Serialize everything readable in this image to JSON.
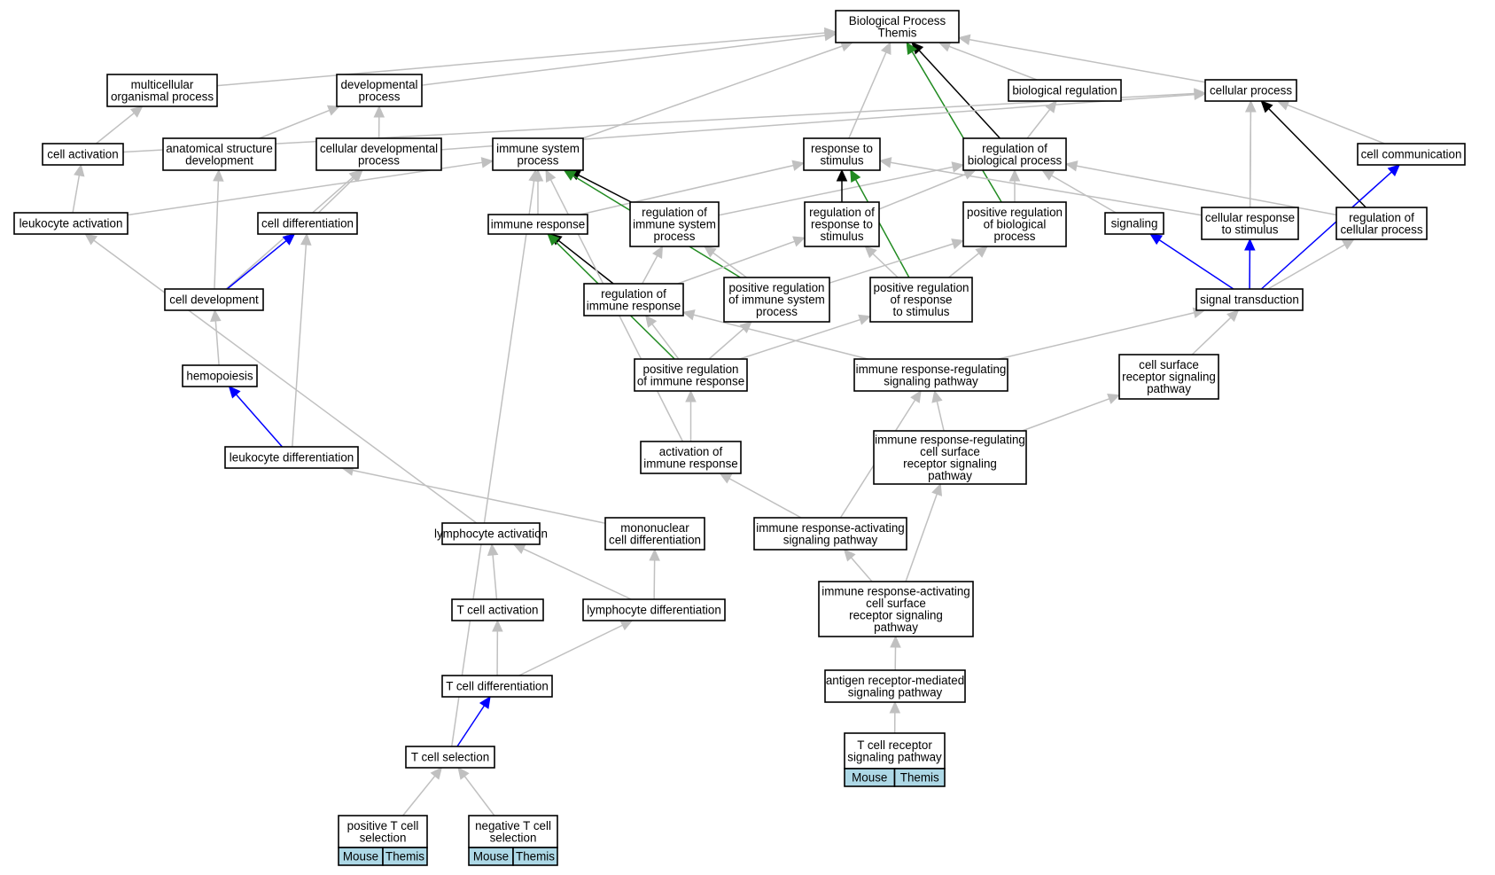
{
  "graph": {
    "colors": {
      "is_a": "#c0c0c0",
      "regulates": "#000000",
      "positively_regulates": "#228b22",
      "part_of": "#0000ff",
      "annotation_fill": "#add8e6"
    },
    "nodes": [
      {
        "id": "bp",
        "lines": [
          "Biological Process",
          "Themis"
        ]
      },
      {
        "id": "mop",
        "lines": [
          "multicellular",
          "organismal process"
        ]
      },
      {
        "id": "dp",
        "lines": [
          "developmental",
          "process"
        ]
      },
      {
        "id": "br",
        "lines": [
          "biological regulation"
        ]
      },
      {
        "id": "cp",
        "lines": [
          "cellular process"
        ]
      },
      {
        "id": "ca",
        "lines": [
          "cell activation"
        ]
      },
      {
        "id": "asd",
        "lines": [
          "anatomical structure",
          "development"
        ]
      },
      {
        "id": "cdp",
        "lines": [
          "cellular developmental",
          "process"
        ]
      },
      {
        "id": "isp",
        "lines": [
          "immune system",
          "process"
        ]
      },
      {
        "id": "rs",
        "lines": [
          "response to",
          "stimulus"
        ]
      },
      {
        "id": "rbp",
        "lines": [
          "regulation of",
          "biological process"
        ]
      },
      {
        "id": "cc",
        "lines": [
          "cell communication"
        ]
      },
      {
        "id": "la",
        "lines": [
          "leukocyte activation"
        ]
      },
      {
        "id": "cd",
        "lines": [
          "cell differentiation"
        ]
      },
      {
        "id": "ir",
        "lines": [
          "immune response"
        ]
      },
      {
        "id": "risp",
        "lines": [
          "regulation of",
          "immune system",
          "process"
        ]
      },
      {
        "id": "rrs",
        "lines": [
          "regulation of",
          "response to",
          "stimulus"
        ]
      },
      {
        "id": "prbp",
        "lines": [
          "positive regulation",
          "of biological",
          "process"
        ]
      },
      {
        "id": "sig",
        "lines": [
          "signaling"
        ]
      },
      {
        "id": "crs",
        "lines": [
          "cellular response",
          "to stimulus"
        ]
      },
      {
        "id": "rcp",
        "lines": [
          "regulation of",
          "cellular process"
        ]
      },
      {
        "id": "cdev",
        "lines": [
          "cell development"
        ]
      },
      {
        "id": "rir",
        "lines": [
          "regulation of",
          "immune response"
        ]
      },
      {
        "id": "prisp",
        "lines": [
          "positive regulation",
          "of immune system",
          "process"
        ]
      },
      {
        "id": "prrs",
        "lines": [
          "positive regulation",
          "of response",
          "to stimulus"
        ]
      },
      {
        "id": "st",
        "lines": [
          "signal transduction"
        ]
      },
      {
        "id": "hemo",
        "lines": [
          "hemopoiesis"
        ]
      },
      {
        "id": "prir",
        "lines": [
          "positive regulation",
          "of immune response"
        ]
      },
      {
        "id": "irrsp",
        "lines": [
          "immune response-regulating",
          "signaling pathway"
        ]
      },
      {
        "id": "csrsp",
        "lines": [
          "cell surface",
          "receptor signaling",
          "pathway"
        ]
      },
      {
        "id": "ld",
        "lines": [
          "leukocyte differentiation"
        ]
      },
      {
        "id": "air",
        "lines": [
          "activation of",
          "immune response"
        ]
      },
      {
        "id": "irrcs",
        "lines": [
          "immune response-regulating",
          "cell surface",
          "receptor signaling",
          "pathway"
        ]
      },
      {
        "id": "lact",
        "lines": [
          "lymphocyte activation"
        ]
      },
      {
        "id": "mcd",
        "lines": [
          "mononuclear",
          "cell differentiation"
        ]
      },
      {
        "id": "irasp",
        "lines": [
          "immune response-activating",
          "signaling pathway"
        ]
      },
      {
        "id": "tca",
        "lines": [
          "T cell activation"
        ]
      },
      {
        "id": "lymd",
        "lines": [
          "lymphocyte differentiation"
        ]
      },
      {
        "id": "iracs",
        "lines": [
          "immune response-activating",
          "cell surface",
          "receptor signaling",
          "pathway"
        ]
      },
      {
        "id": "tcd",
        "lines": [
          "T cell differentiation"
        ]
      },
      {
        "id": "armsp",
        "lines": [
          "antigen receptor-mediated",
          "signaling pathway"
        ]
      },
      {
        "id": "tcs",
        "lines": [
          "T cell selection"
        ]
      },
      {
        "id": "tcrsp",
        "lines": [
          "T cell receptor",
          "signaling pathway"
        ],
        "annotations": [
          "Mouse",
          "Themis"
        ]
      },
      {
        "id": "ptcs",
        "lines": [
          "positive T cell",
          "selection"
        ],
        "annotations": [
          "Mouse",
          "Themis"
        ]
      },
      {
        "id": "ntcs",
        "lines": [
          "negative T cell",
          "selection"
        ],
        "annotations": [
          "Mouse",
          "Themis"
        ]
      }
    ],
    "edges": [
      {
        "from": "mop",
        "to": "bp",
        "type": "is_a"
      },
      {
        "from": "dp",
        "to": "bp",
        "type": "is_a"
      },
      {
        "from": "br",
        "to": "bp",
        "type": "is_a"
      },
      {
        "from": "cp",
        "to": "bp",
        "type": "is_a"
      },
      {
        "from": "isp",
        "to": "bp",
        "type": "is_a"
      },
      {
        "from": "rs",
        "to": "bp",
        "type": "is_a"
      },
      {
        "from": "rbp",
        "to": "bp",
        "type": "regulates"
      },
      {
        "from": "prbp",
        "to": "bp",
        "type": "positively_regulates"
      },
      {
        "from": "ca",
        "to": "mop",
        "type": "is_a"
      },
      {
        "from": "ca",
        "to": "cp",
        "type": "is_a"
      },
      {
        "from": "asd",
        "to": "dp",
        "type": "is_a"
      },
      {
        "from": "cdp",
        "to": "dp",
        "type": "is_a"
      },
      {
        "from": "cdp",
        "to": "cp",
        "type": "is_a"
      },
      {
        "from": "rbp",
        "to": "br",
        "type": "is_a"
      },
      {
        "from": "cc",
        "to": "cp",
        "type": "is_a"
      },
      {
        "from": "crs",
        "to": "cp",
        "type": "is_a"
      },
      {
        "from": "rcp",
        "to": "cp",
        "type": "regulates"
      },
      {
        "from": "st",
        "to": "cp",
        "type": "is_a"
      },
      {
        "from": "la",
        "to": "ca",
        "type": "is_a"
      },
      {
        "from": "la",
        "to": "isp",
        "type": "is_a"
      },
      {
        "from": "cd",
        "to": "cdp",
        "type": "is_a"
      },
      {
        "from": "cdev",
        "to": "cdp",
        "type": "is_a"
      },
      {
        "from": "cdev",
        "to": "asd",
        "type": "is_a"
      },
      {
        "from": "cdev",
        "to": "cd",
        "type": "part_of"
      },
      {
        "from": "ir",
        "to": "isp",
        "type": "is_a"
      },
      {
        "from": "ir",
        "to": "rs",
        "type": "is_a"
      },
      {
        "from": "risp",
        "to": "isp",
        "type": "regulates"
      },
      {
        "from": "risp",
        "to": "rbp",
        "type": "is_a"
      },
      {
        "from": "prisp",
        "to": "isp",
        "type": "positively_regulates"
      },
      {
        "from": "rrs",
        "to": "rs",
        "type": "regulates"
      },
      {
        "from": "rrs",
        "to": "rbp",
        "type": "is_a"
      },
      {
        "from": "prrs",
        "to": "rs",
        "type": "positively_regulates"
      },
      {
        "from": "prbp",
        "to": "rbp",
        "type": "is_a"
      },
      {
        "from": "sig",
        "to": "rbp",
        "type": "is_a"
      },
      {
        "from": "crs",
        "to": "rs",
        "type": "is_a"
      },
      {
        "from": "rcp",
        "to": "rbp",
        "type": "is_a"
      },
      {
        "from": "st",
        "to": "cc",
        "type": "part_of"
      },
      {
        "from": "st",
        "to": "sig",
        "type": "part_of"
      },
      {
        "from": "st",
        "to": "crs",
        "type": "part_of"
      },
      {
        "from": "st",
        "to": "rcp",
        "type": "is_a"
      },
      {
        "from": "rir",
        "to": "ir",
        "type": "regulates"
      },
      {
        "from": "rir",
        "to": "risp",
        "type": "is_a"
      },
      {
        "from": "rir",
        "to": "rrs",
        "type": "is_a"
      },
      {
        "from": "prisp",
        "to": "risp",
        "type": "is_a"
      },
      {
        "from": "prisp",
        "to": "prbp",
        "type": "is_a"
      },
      {
        "from": "prrs",
        "to": "rrs",
        "type": "is_a"
      },
      {
        "from": "prrs",
        "to": "prbp",
        "type": "is_a"
      },
      {
        "from": "hemo",
        "to": "cdev",
        "type": "is_a"
      },
      {
        "from": "prir",
        "to": "ir",
        "type": "positively_regulates"
      },
      {
        "from": "prir",
        "to": "rir",
        "type": "is_a"
      },
      {
        "from": "prir",
        "to": "prisp",
        "type": "is_a"
      },
      {
        "from": "prir",
        "to": "prrs",
        "type": "is_a"
      },
      {
        "from": "irrsp",
        "to": "rir",
        "type": "is_a"
      },
      {
        "from": "irrsp",
        "to": "st",
        "type": "is_a"
      },
      {
        "from": "csrsp",
        "to": "st",
        "type": "is_a"
      },
      {
        "from": "ld",
        "to": "hemo",
        "type": "part_of"
      },
      {
        "from": "ld",
        "to": "cd",
        "type": "is_a"
      },
      {
        "from": "air",
        "to": "prir",
        "type": "is_a"
      },
      {
        "from": "air",
        "to": "isp",
        "type": "is_a"
      },
      {
        "from": "irrcs",
        "to": "irrsp",
        "type": "is_a"
      },
      {
        "from": "irrcs",
        "to": "csrsp",
        "type": "is_a"
      },
      {
        "from": "lact",
        "to": "la",
        "type": "is_a"
      },
      {
        "from": "mcd",
        "to": "ld",
        "type": "is_a"
      },
      {
        "from": "irasp",
        "to": "air",
        "type": "is_a"
      },
      {
        "from": "irasp",
        "to": "irrsp",
        "type": "is_a"
      },
      {
        "from": "tca",
        "to": "lact",
        "type": "is_a"
      },
      {
        "from": "lymd",
        "to": "lact",
        "type": "is_a"
      },
      {
        "from": "lymd",
        "to": "mcd",
        "type": "is_a"
      },
      {
        "from": "iracs",
        "to": "irasp",
        "type": "is_a"
      },
      {
        "from": "iracs",
        "to": "irrcs",
        "type": "is_a"
      },
      {
        "from": "tcd",
        "to": "tca",
        "type": "is_a"
      },
      {
        "from": "tcd",
        "to": "lymd",
        "type": "is_a"
      },
      {
        "from": "armsp",
        "to": "iracs",
        "type": "is_a"
      },
      {
        "from": "tcs",
        "to": "tcd",
        "type": "part_of"
      },
      {
        "from": "tcs",
        "to": "isp",
        "type": "is_a"
      },
      {
        "from": "tcrsp",
        "to": "armsp",
        "type": "is_a"
      },
      {
        "from": "ptcs",
        "to": "tcs",
        "type": "is_a"
      },
      {
        "from": "ntcs",
        "to": "tcs",
        "type": "is_a"
      }
    ]
  }
}
